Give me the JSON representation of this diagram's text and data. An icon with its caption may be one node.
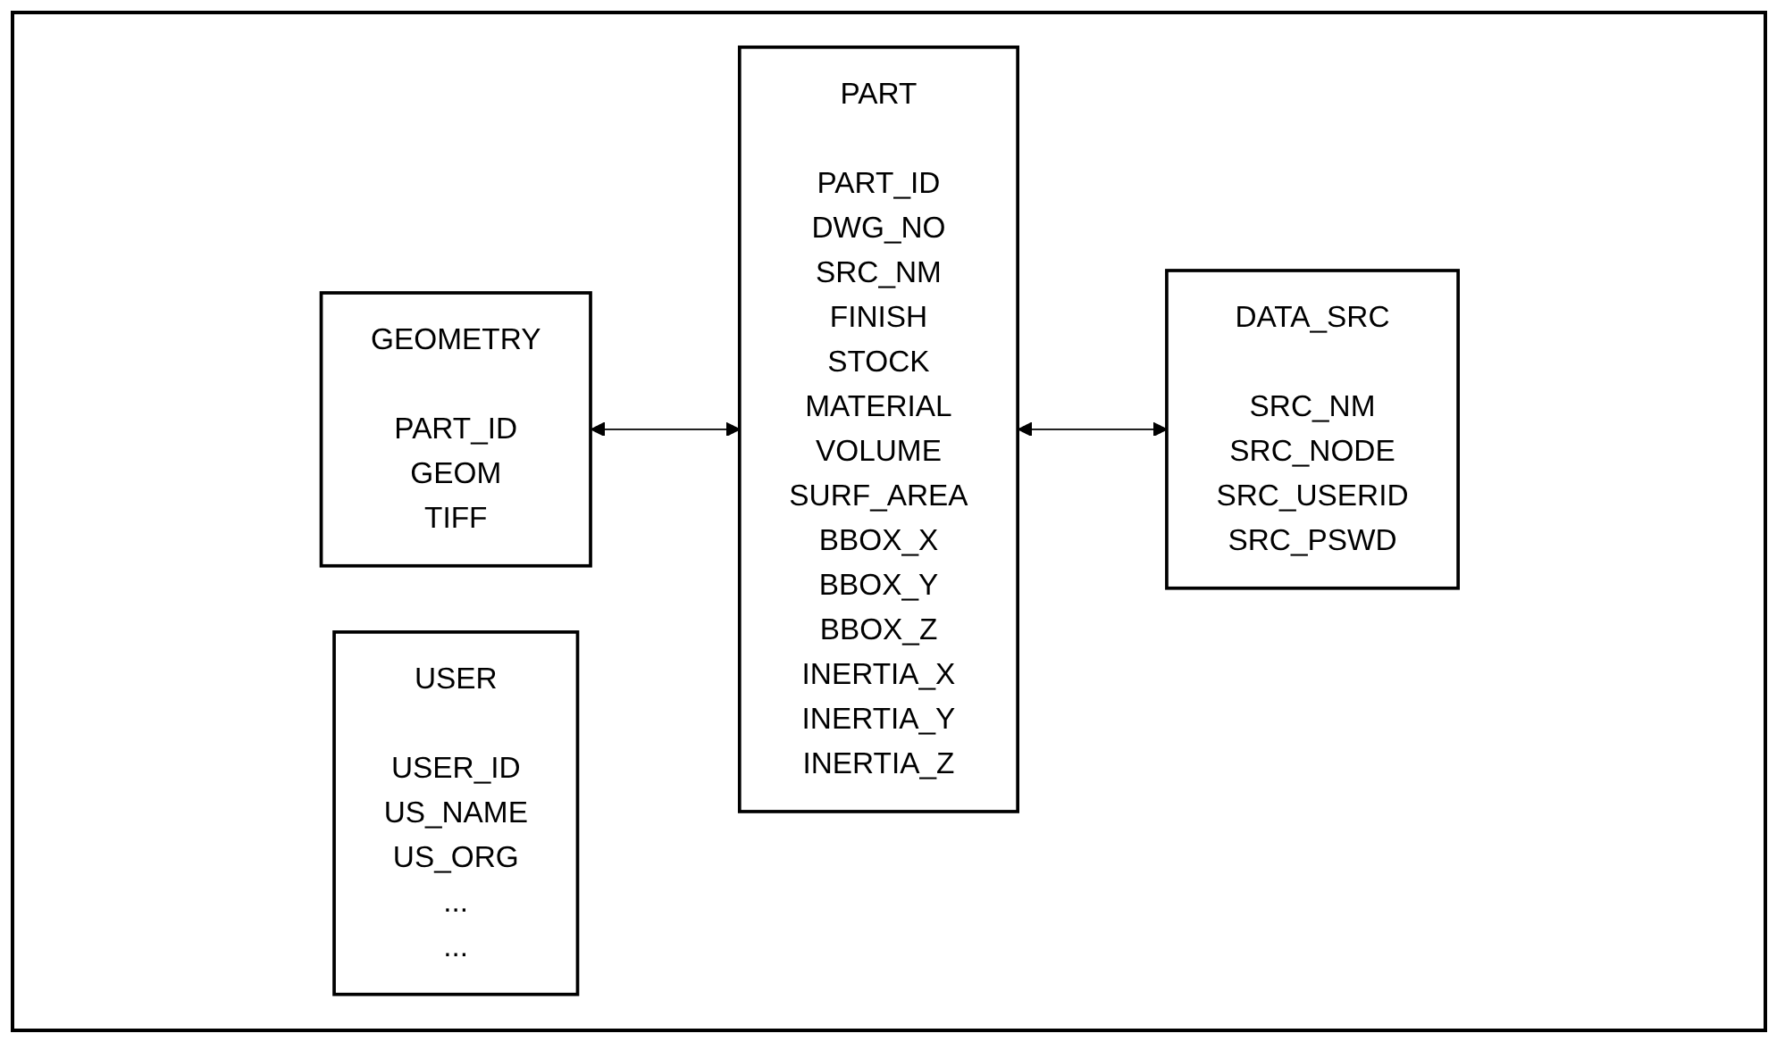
{
  "diagram": {
    "nodes": [
      {
        "text": [
          "GEOMETRY",
          "PART_ID GEOM TIFF"
        ]
      },
      {
        "text": [
          "PART",
          "PART_ID DWG_NO SRC_NM FINISH STOCK MATERIAL VOLUME SURF_AREA BBOX_X BBOX_Y BBOX_Z INERTIA_X INERTIA_Y INERTIA_Z"
        ]
      },
      {
        "text": [
          "DATA_SRC",
          "SRC_NM SRC_NODE SRC_USERID SRC_PSWD"
        ]
      },
      {
        "text": [
          "USER",
          "USER_ID US_NAME US_ORG ... ..."
        ]
      }
    ],
    "edges": [
      {
        "from": 0,
        "to": 1,
        "arrow": "both"
      },
      {
        "from": 1,
        "to": 2,
        "arrow": "both"
      }
    ]
  }
}
